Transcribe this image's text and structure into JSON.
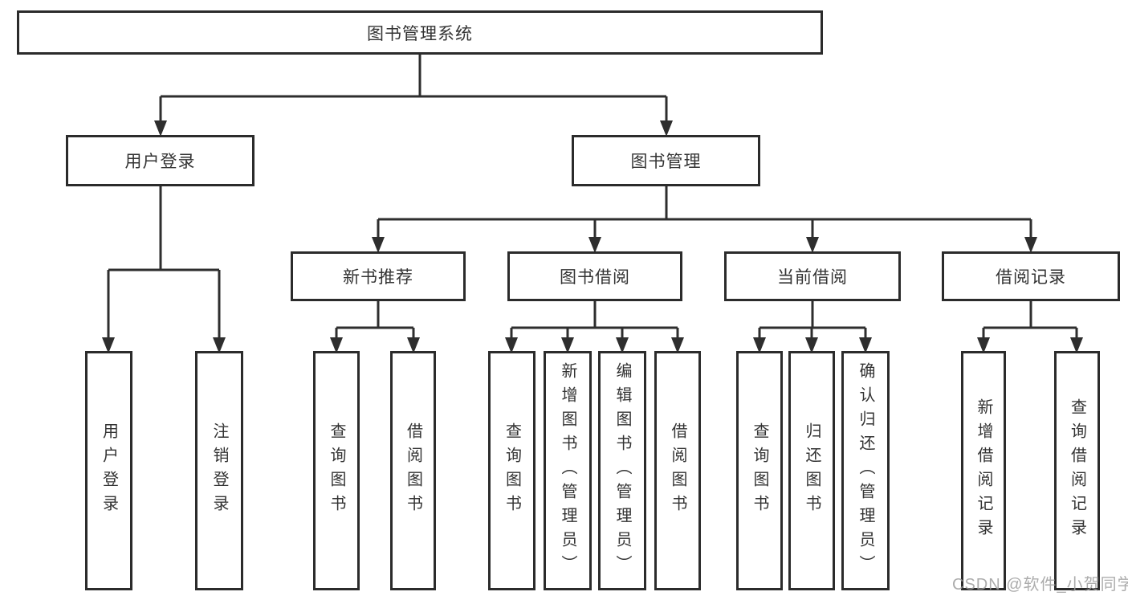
{
  "diagram": {
    "root": {
      "label": "图书管理系统"
    },
    "level2": [
      {
        "label": "用户登录"
      },
      {
        "label": "图书管理"
      }
    ],
    "sections": [
      {
        "label": "新书推荐"
      },
      {
        "label": "图书借阅"
      },
      {
        "label": "当前借阅"
      },
      {
        "label": "借阅记录"
      }
    ],
    "leaves": [
      {
        "label": "用户登录"
      },
      {
        "label": "注销登录"
      },
      {
        "label": "查询图书"
      },
      {
        "label": "借阅图书"
      },
      {
        "label": "查询图书"
      },
      {
        "label": "新增图书（管理员）"
      },
      {
        "label": "编辑图书（管理员）"
      },
      {
        "label": "借阅图书"
      },
      {
        "label": "查询图书"
      },
      {
        "label": "归还图书"
      },
      {
        "label": "确认归还（管理员）"
      },
      {
        "label": "新增借阅记录"
      },
      {
        "label": "查询借阅记录"
      }
    ],
    "watermark": "CSDN @软件_小贺同学",
    "colors": {
      "line": "#2e2e2e",
      "text": "#333333",
      "background": "#ffffff",
      "watermark": "#9e9e9e"
    }
  }
}
